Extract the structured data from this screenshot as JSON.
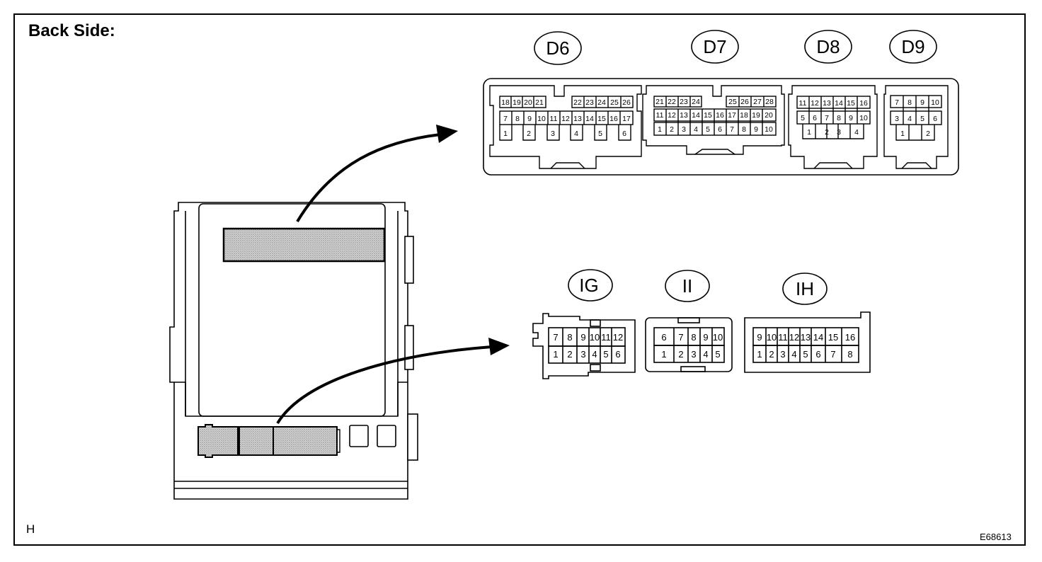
{
  "title": "Back Side:",
  "corner_mark": "H",
  "figure_id": "E68613",
  "connectors": {
    "D6": {
      "label": "D6",
      "rows": [
        [
          "18",
          "19",
          "20",
          "21",
          "",
          "22",
          "23",
          "24",
          "25",
          "26"
        ],
        [
          "7",
          "8",
          "9",
          "10",
          "11",
          "12",
          "13",
          "14",
          "15",
          "16",
          "17"
        ],
        [
          "1",
          "2",
          "3",
          "4",
          "5",
          "6"
        ]
      ]
    },
    "D7": {
      "label": "D7",
      "rows": [
        [
          "21",
          "22",
          "23",
          "24",
          "",
          "25",
          "26",
          "27",
          "28"
        ],
        [
          "11",
          "12",
          "13",
          "14",
          "15",
          "16",
          "17",
          "18",
          "19",
          "20"
        ],
        [
          "1",
          "2",
          "3",
          "4",
          "5",
          "6",
          "7",
          "8",
          "9",
          "10"
        ]
      ]
    },
    "D8": {
      "label": "D8",
      "rows": [
        [
          "11",
          "12",
          "13",
          "14",
          "15",
          "16"
        ],
        [
          "5",
          "6",
          "7",
          "8",
          "9",
          "10"
        ],
        [
          "1",
          "2",
          "3",
          "4"
        ]
      ]
    },
    "D9": {
      "label": "D9",
      "rows": [
        [
          "7",
          "8",
          "9",
          "10"
        ],
        [
          "3",
          "4",
          "5",
          "6"
        ],
        [
          "1",
          "2"
        ]
      ]
    },
    "IG": {
      "label": "IG",
      "rows": [
        [
          "7",
          "8",
          "9",
          "10",
          "11",
          "12"
        ],
        [
          "1",
          "2",
          "3",
          "4",
          "5",
          "6"
        ]
      ]
    },
    "II": {
      "label": "II",
      "rows": [
        [
          "6",
          "7",
          "8",
          "9",
          "10"
        ],
        [
          "1",
          "2",
          "3",
          "4",
          "5"
        ]
      ]
    },
    "IH": {
      "label": "IH",
      "rows": [
        [
          "9",
          "10",
          "11",
          "12",
          "13",
          "14",
          "15",
          "16"
        ],
        [
          "1",
          "2",
          "3",
          "4",
          "5",
          "6",
          "7",
          "8"
        ]
      ]
    }
  },
  "colors": {
    "line": "#000000",
    "shade": "#c8c8c8"
  }
}
